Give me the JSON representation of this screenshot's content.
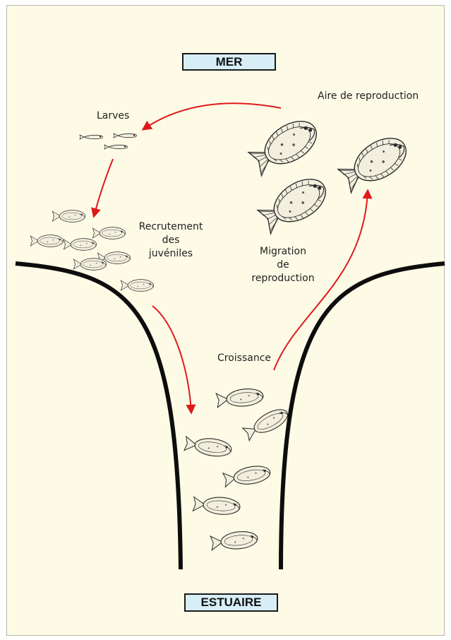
{
  "labels": {
    "sea": "MER",
    "estuary": "ESTUAIRE",
    "spawning_area": "Aire de reproduction",
    "larvae": "Larves",
    "recruitment_line1": "Recrutement",
    "recruitment_line2": "des",
    "recruitment_line3": "juvéniles",
    "migration_line1": "Migration",
    "migration_line2": "de",
    "migration_line3": "reproduction",
    "growth": "Croissance"
  },
  "colors": {
    "background": "#fdfbe6",
    "box_fill": "#d7eef6",
    "arrow": "#e0181b",
    "estuary_banks": "#0d0d0d",
    "fish_fill": "#f3efde",
    "fish_outline": "#2a2a2a"
  },
  "icons": [
    "flatfish-adult-icon",
    "flatfish-juvenile-icon",
    "larva-icon"
  ]
}
